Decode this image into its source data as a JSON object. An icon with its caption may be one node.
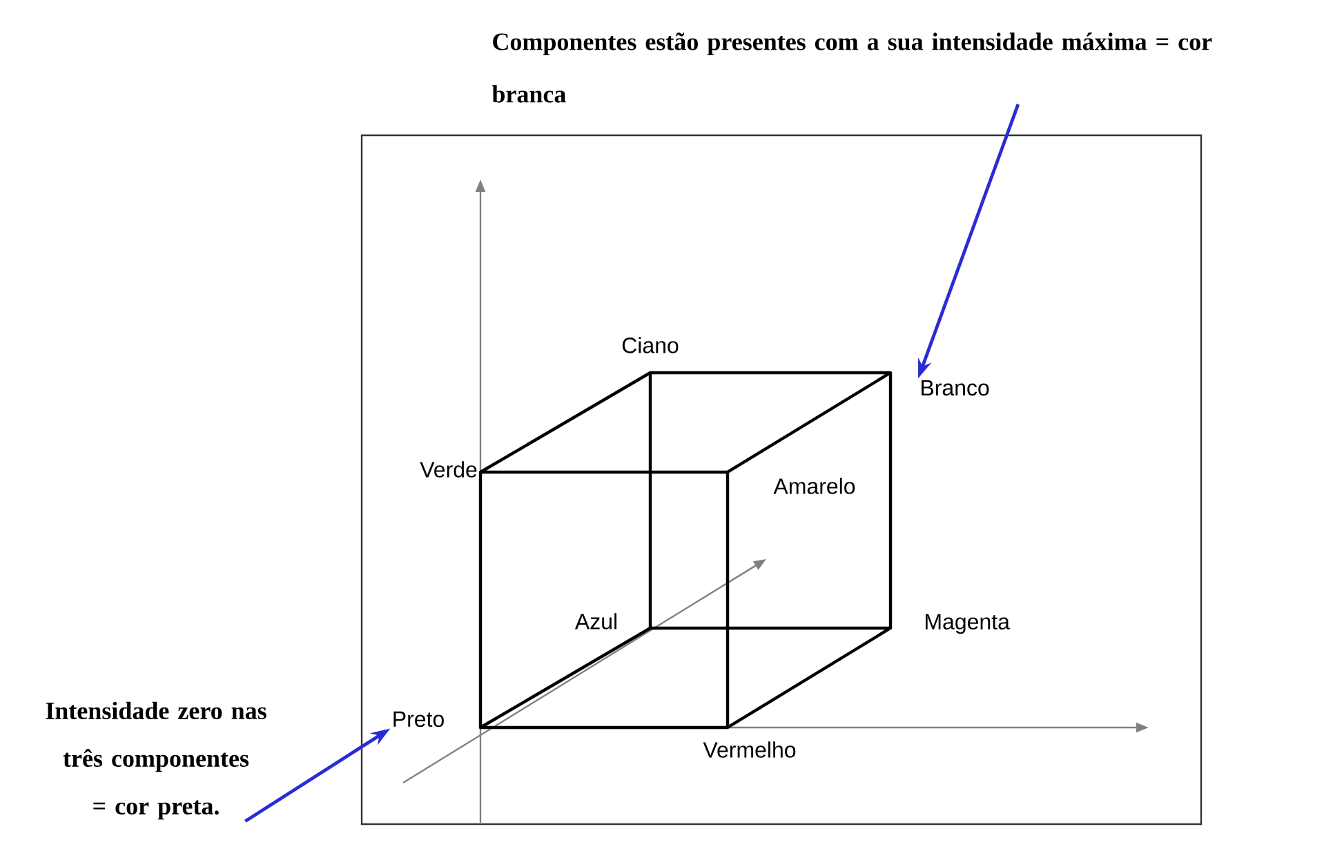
{
  "diagram": {
    "nodes": [
      {
        "text": [
          "Componentes estão presentes com a sua intensidade máxima = cor branca"
        ]
      },
      {
        "text": [
          "Intensidade zero nas três componentes = cor preta."
        ]
      },
      {
        "text": [
          "Ciano"
        ]
      },
      {
        "text": [
          "Branco"
        ]
      },
      {
        "text": [
          "Verde"
        ]
      },
      {
        "text": [
          "Amarelo"
        ]
      },
      {
        "text": [
          "Azul"
        ]
      },
      {
        "text": [
          "Magenta"
        ]
      },
      {
        "text": [
          "Preto"
        ]
      },
      {
        "text": [
          "Vermelho"
        ]
      }
    ],
    "edges": [
      {
        "from": 0,
        "to": 3,
        "arrow": "to"
      },
      {
        "from": 1,
        "to": 8,
        "arrow": "to"
      }
    ]
  }
}
